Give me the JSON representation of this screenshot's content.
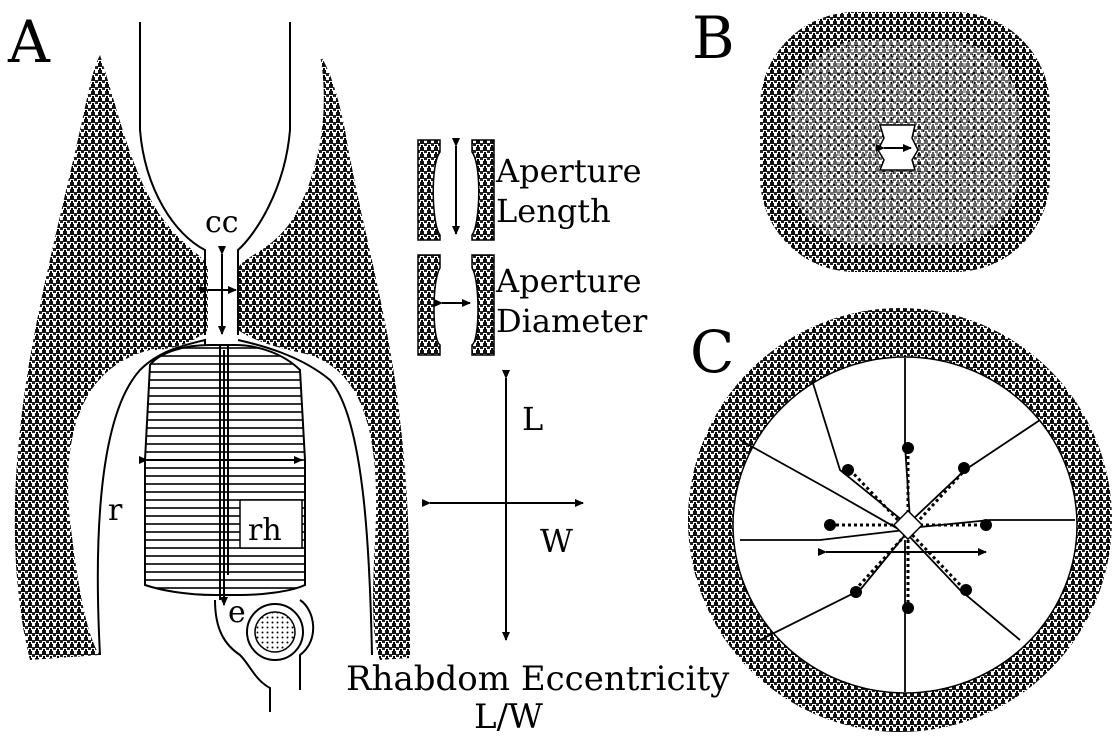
{
  "panels": {
    "a": "A",
    "b": "B",
    "c": "C"
  },
  "panel_a_labels": {
    "cc": "cc",
    "r": "r",
    "rh": "rh",
    "e": "e"
  },
  "legend": {
    "aperture_length_line1": "Aperture",
    "aperture_length_line2": "Length",
    "aperture_diameter_line1": "Aperture",
    "aperture_diameter_line2": "Diameter"
  },
  "axes_cross": {
    "l": "L",
    "w": "W"
  },
  "eccentricity": {
    "line1": "Rhabdom Eccentricity",
    "line2": "L/W"
  }
}
